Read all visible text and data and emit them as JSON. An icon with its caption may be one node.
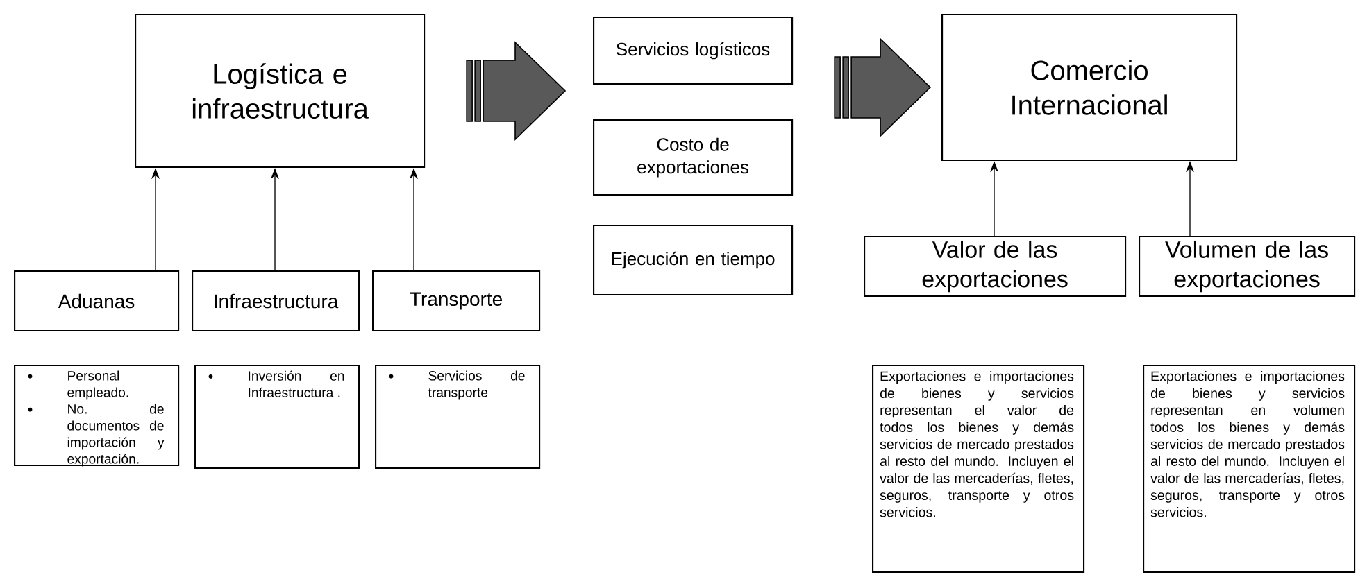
{
  "diagram": {
    "nodes": [
      {
        "text": [
          "Logística e infraestructura"
        ]
      },
      {
        "text": [
          "Servicios logísticos"
        ]
      },
      {
        "text": [
          "Costo de exportaciones"
        ]
      },
      {
        "text": [
          "Ejecución en tiempo"
        ]
      },
      {
        "text": [
          "Comercio Internacional"
        ]
      },
      {
        "text": [
          "Aduanas"
        ]
      },
      {
        "text": [
          "Infraestructura"
        ]
      },
      {
        "text": [
          "Transporte"
        ]
      },
      {
        "text": [
          "Personal empleado.",
          "No. de documentos de importación y exportación."
        ]
      },
      {
        "text": [
          "Inversión en Infraestructura ."
        ]
      },
      {
        "text": [
          "Servicios de transporte"
        ]
      },
      {
        "text": [
          "Valor de las exportaciones"
        ]
      },
      {
        "text": [
          "Volumen de las exportaciones"
        ]
      },
      {
        "text": [
          "Exportaciones e importaciones de bienes y servicios representan el valor de todos los bienes y demás servicios de mercado prestados al resto del mundo. Incluyen el valor de las mercaderías, fletes, seguros, transporte y otros servicios."
        ]
      },
      {
        "text": [
          "Exportaciones e importaciones de bienes y servicios representan en volumen todos los bienes y demás servicios de mercado prestados al resto del mundo. Incluyen el valor de las mercaderías, fletes, seguros, transporte y otros servicios."
        ]
      }
    ],
    "edges": [
      {
        "from": 0,
        "to": 2,
        "arrow": "to",
        "style": "thick"
      },
      {
        "from": 2,
        "to": 4,
        "arrow": "to",
        "style": "thick"
      },
      {
        "from": 5,
        "to": 0,
        "arrow": "to"
      },
      {
        "from": 6,
        "to": 0,
        "arrow": "to"
      },
      {
        "from": 7,
        "to": 0,
        "arrow": "to"
      },
      {
        "from": 11,
        "to": 4,
        "arrow": "to"
      },
      {
        "from": 12,
        "to": 4,
        "arrow": "to"
      }
    ]
  }
}
